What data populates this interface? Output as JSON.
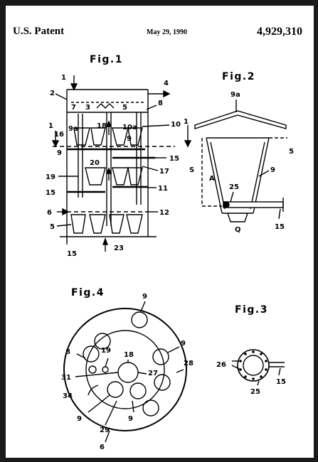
{
  "header": {
    "left": "U.S. Patent",
    "date": "May 29, 1990",
    "number": "4,929,310"
  },
  "figures": {
    "fig1": {
      "label": "Fig.1"
    },
    "fig2": {
      "label": "Fig.2"
    },
    "fig3": {
      "label": "Fig.3"
    },
    "fig4": {
      "label": "Fig.4"
    }
  },
  "refs": {
    "fig1": [
      "1",
      "4",
      "2",
      "7",
      "3",
      "5",
      "8",
      "10",
      "1",
      "16",
      "9a",
      "18",
      "10a",
      "1",
      "9",
      "9",
      "15",
      "19",
      "20",
      "17",
      "15",
      "11",
      "6",
      "12",
      "5",
      "15",
      "23"
    ],
    "fig2": [
      "9a",
      "5",
      "S",
      "A",
      "9",
      "25",
      "Q",
      "15"
    ],
    "fig3": [
      "26",
      "25",
      "15"
    ],
    "fig4": [
      "9",
      "9",
      "8",
      "19",
      "18",
      "28",
      "31",
      "27",
      "34",
      "9",
      "9",
      "29",
      "6"
    ]
  }
}
